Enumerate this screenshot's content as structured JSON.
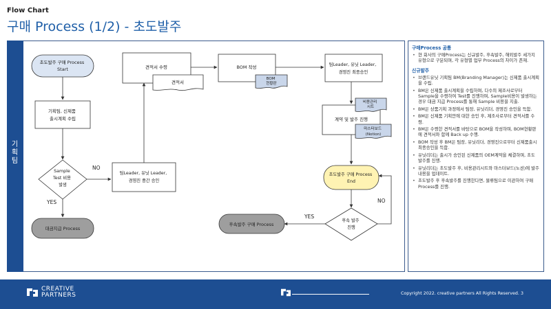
{
  "header": {
    "subtitle": "Flow Chart",
    "title": "구매 Process (1/2) - 초도발주"
  },
  "lane": {
    "label_lines": [
      "기",
      "획",
      "팀"
    ]
  },
  "flow": {
    "start": [
      "초도발주 구매 Process",
      "Start"
    ],
    "plan": [
      "기획팀, 신제품",
      "출시계획 수립"
    ],
    "sample_decision": [
      "Sample",
      "Test 비용",
      "발생"
    ],
    "decision_no": "NO",
    "decision_yes": "YES",
    "lumpsum": "대금지급 Process",
    "approve1": [
      "팀Leader, 유닛 Leader,",
      "경영진 중간 승인"
    ],
    "quote": "견적서 수령",
    "quote_doc": "견적서",
    "bom": "BOM 작성",
    "bom_status": [
      "BOM",
      "현황판"
    ],
    "final_approve": [
      "팀Leader, 유닛 Leader,",
      "경영진 최종승인"
    ],
    "cost_sheet": [
      "비용관리",
      "시트"
    ],
    "contract": "계약 및 발주 진행",
    "master_board": [
      "마스터보드",
      "(Notion)"
    ],
    "end": [
      "초도발주 구매 Process",
      "End"
    ],
    "reorder_decision": [
      "후속 발주",
      "진행"
    ],
    "reorder_yes": "YES",
    "reorder_no": "NO",
    "reorder": "후속발주 구매 Process"
  },
  "side": {
    "section1_title": "구매Process 공통",
    "section1_items": [
      "현 회사의 구매Process는 신규발주, 후속발주, 해외발주 세가지 유형으로 구분되며, 각 유형별 업무 Process의 차이가 존재."
    ],
    "section2_title": "신규발주",
    "section2_items": [
      "브랜드유닛 기획팀 BM(Branding Manager)는 신제품 출시계획을 수립.",
      "BM은 신제품 출시계획을 수립하며, 다수의 제조사로부터 Sample을 수령하여 Test를 진행하며, Sample비용이 발생하는 경우 대금 지급 Process를 통해 Sample 비용을 지출.",
      "BM은 상품기획 과정에서 팀장, 유닛리더, 경영진 승인을 득함.",
      "BM은 신제품 기획안에 대한 승인 후, 제조사로부터 견적서를 수령.",
      "BM은 수령한 견적서를 바탕으로 BOM을 작성하며, BOM현황판에 견적서와 함께 Back up 수행.",
      "BOM 작성 후 BM은 팀장, 유닛리더, 경영진으로부터 신제품출시 최종승인을 득함.",
      "유닛리더는 출시가 승인된 신제품의 OEM계약을 체결하며, 초도 발주를 진행.",
      "유닛리더는 초도발주 후, 비용관리시트와 마스터보드(노션)에 발주 내용을 업데이트.",
      "초도발주 후 후속발주를 진행한다면, 물류팀으로 이관하여 구매 Process를 진행."
    ]
  },
  "footer": {
    "logo_line1": "CREATIVE",
    "logo_line2": "PARTNERS",
    "copyright": "Copyright 2022. creative partners All Rights Reserved.",
    "page": "3"
  },
  "colors": {
    "brand_blue": "#1d4e92",
    "title_blue": "#1f5fa8",
    "start_fill": "#dbe5f3",
    "end_fill": "#fff3b3",
    "gray_fill": "#9e9e9e",
    "doc_fill": "#c9d6ea"
  }
}
